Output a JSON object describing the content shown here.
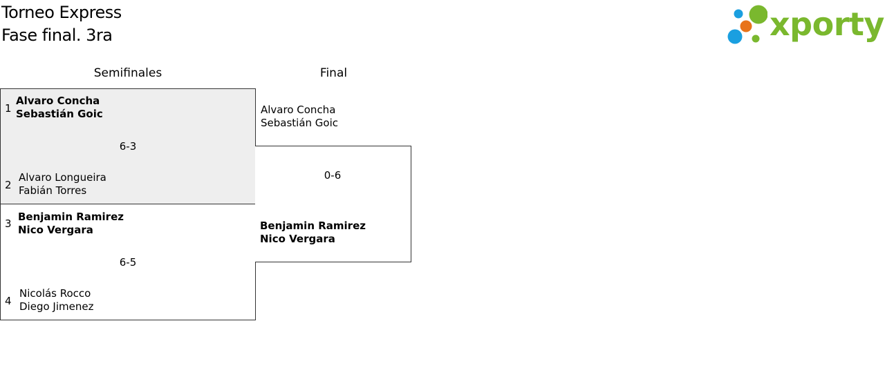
{
  "header": {
    "title_line1": "Torneo Express",
    "title_line2": "Fase final. 3ra"
  },
  "logo": {
    "text": "xporty",
    "colors": {
      "green": "#7ab82e",
      "blue": "#1a9fe0",
      "orange": "#e8731a"
    }
  },
  "rounds": {
    "semifinals_label": "Semifinales",
    "final_label": "Final"
  },
  "semifinal1": {
    "team1": {
      "seed": "1",
      "player1": "Alvaro Concha",
      "player2": "Sebastián Goic",
      "winner": true
    },
    "team2": {
      "seed": "2",
      "player1": "Alvaro Longueira",
      "player2": "Fabián Torres",
      "winner": false
    },
    "score": "6-3"
  },
  "semifinal2": {
    "team1": {
      "seed": "3",
      "player1": "Benjamin Ramirez",
      "player2": "Nico Vergara",
      "winner": true
    },
    "team2": {
      "seed": "4",
      "player1": "Nicolás Rocco",
      "player2": "Diego Jimenez",
      "winner": false
    },
    "score": "6-5"
  },
  "final": {
    "team1": {
      "player1": "Alvaro Concha",
      "player2": "Sebastián Goic",
      "winner": false
    },
    "team2": {
      "player1": "Benjamin Ramirez",
      "player2": "Nico Vergara",
      "winner": true
    },
    "score": "0-6"
  }
}
